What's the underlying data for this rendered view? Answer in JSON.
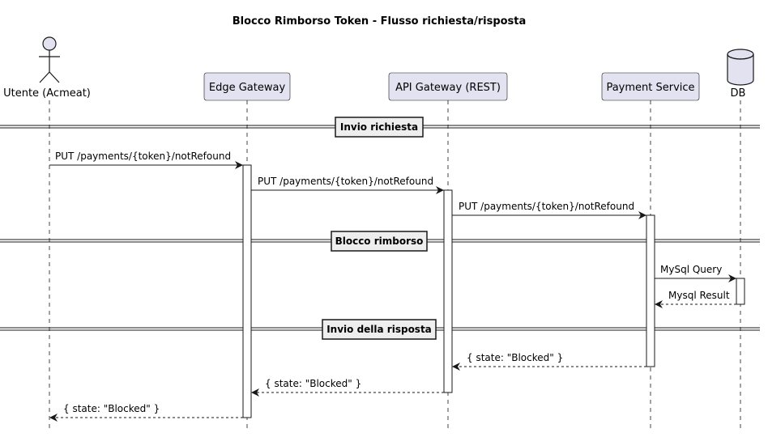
{
  "title": "Blocco Rimborso Token - Flusso richiesta/risposta",
  "participants": [
    {
      "id": "user",
      "label": "Utente (Acmeat)",
      "kind": "actor"
    },
    {
      "id": "edge",
      "label": "Edge Gateway",
      "kind": "box"
    },
    {
      "id": "api",
      "label": "API Gateway (REST)",
      "kind": "box"
    },
    {
      "id": "pay",
      "label": "Payment Service",
      "kind": "box"
    },
    {
      "id": "db",
      "label": "DB",
      "kind": "database"
    }
  ],
  "dividers": [
    {
      "label": "Invio richiesta"
    },
    {
      "label": "Blocco rimborso"
    },
    {
      "label": "Invio della risposta"
    }
  ],
  "messages": [
    {
      "from": "user",
      "to": "edge",
      "label": "PUT /payments/{token}/notRefound",
      "style": "solid"
    },
    {
      "from": "edge",
      "to": "api",
      "label": "PUT /payments/{token}/notRefound",
      "style": "solid"
    },
    {
      "from": "api",
      "to": "pay",
      "label": "PUT /payments/{token}/notRefound",
      "style": "solid"
    },
    {
      "from": "pay",
      "to": "db",
      "label": "MySql Query",
      "style": "solid"
    },
    {
      "from": "db",
      "to": "pay",
      "label": "Mysql Result",
      "style": "dashed"
    },
    {
      "from": "pay",
      "to": "api",
      "label": "{ state: \"Blocked\" }",
      "style": "dashed"
    },
    {
      "from": "api",
      "to": "edge",
      "label": "{ state: \"Blocked\" }",
      "style": "dashed"
    },
    {
      "from": "edge",
      "to": "user",
      "label": "{ state: \"Blocked\" }",
      "style": "dashed"
    }
  ],
  "colors": {
    "participant_fill": "#E2E2F0",
    "participant_border": "#181818",
    "divider_fill": "#EEEEEE",
    "line": "#181818",
    "background": "#FFFFFF"
  }
}
